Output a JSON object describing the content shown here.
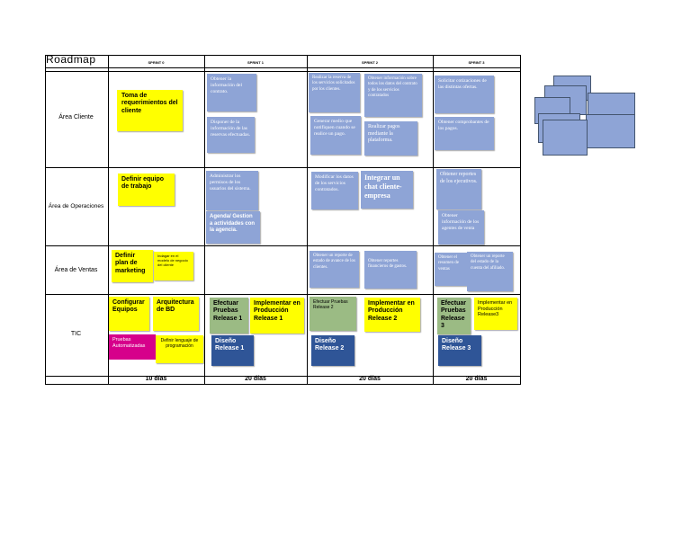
{
  "title": "Roadmap",
  "sprints": [
    "SPRINT 0",
    "SPRINT 1",
    "SPRINT 2",
    "SPRINT 3"
  ],
  "durations": [
    "10 días",
    "20 días",
    "20 días",
    "20 días"
  ],
  "rows": [
    "Área Cliente",
    "Área de Operaciones",
    "Área de Ventas",
    "TIC"
  ],
  "notes": {
    "cliente": {
      "toma_requerimientos": "Toma de requerimientos del cliente",
      "obtener_informacion_contrato": "Obtener la información del contrato.",
      "disponer_informacion_reservas": "Disponer de la información de las reservas efectuadas.",
      "realizar_reserva": "Realizar la reserva de los servicios solicitados por los clientes.",
      "obtener_informacion_datos": "Obtener información sobre todos los datos del contrato y de los servicios contratados",
      "generar_medio": "Generar medio que notifiquen cuando se realice un pago.",
      "realizar_pagos": "Realizar pagos mediante la plataforma.",
      "solicitar_cotizaciones": "Solicitar cotizaciones de las distintas ofertas.",
      "obtener_comprobantes": "Obtener comprobantes de los pagos."
    },
    "operaciones": {
      "definir_equipo": "Definir equipo de trabajo",
      "administrar_permisos": "Administrar los permisos de los usuarios del sistema.",
      "agenda_gestion": "Agenda/ Gestion a actividades con la agencia.",
      "modificar_datos": "Modificar los datos de los servicios contratados.",
      "integrar_chat": "Integrar un chat cliente-empresa",
      "obtener_reportes_ejecutivos": "Obtener reportes de los ejecutivos.",
      "obtener_informacion_agentes": "Obtener información de los agentes de venta"
    },
    "ventas": {
      "definir_plan": "Definir plan de marketing",
      "indagar_modelo": "Indagar en el modelo de negocio del cliente",
      "obtener_reporte_estado": "Obtener un reporte de estado de avance de los clientes.",
      "obtener_reportes_financieros": "Obtener reportes financieros de gastos.",
      "obtener_resumen": "Obtener el resumen de ventas",
      "obtener_reporte_cuenta": "Obtener un reporte del estado de la cuenta del afiliado."
    },
    "tic": {
      "configurar_equipos": "Configurar Equipos",
      "arquitectura_bd": "Arquitectura de BD",
      "pruebas_automatizadas": "Pruebas Automatizadas",
      "definir_lenguaje": "Definir lenguaje de programación",
      "efectuar_pruebas_1": "Efectuar Pruebas Release 1",
      "implementar_produccion_1": "Implementar en Producción Release 1",
      "diseno_1": "Diseño Release 1",
      "efectuar_pruebas_2": "Efectuar Pruebas Release 2",
      "implementar_produccion_2": "Implementar en Producción Release 2",
      "diseno_2": "Diseño Release 2",
      "efectuar_pruebas_3": "Efectuar Pruebas Release 3",
      "implementar_produccion_3": "Implementar en Producción Release3",
      "diseno_3": "Diseño Release 3"
    }
  },
  "colors": {
    "blue_note": "#8ea4d6",
    "yellow_note": "#ffff00",
    "green_note": "#9bbb84",
    "navy_note": "#2f5597",
    "magenta_note": "#d6008b"
  }
}
